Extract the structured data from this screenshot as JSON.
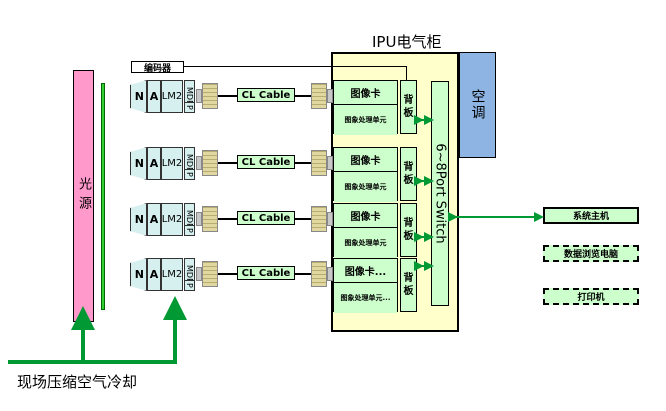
{
  "cabinet": {
    "title": "IPU电气柜"
  },
  "air_conditioner": {
    "label": "空调"
  },
  "switch": {
    "label": "6~8Port Switch"
  },
  "light_source": {
    "label": "光源"
  },
  "encoder": {
    "label": "编码器"
  },
  "cooling": {
    "label": "现场压缩空气冷却"
  },
  "channels": [
    {
      "n": "N",
      "a": "A",
      "lm": "LM2",
      "mdr": "MDR",
      "p": "P",
      "cable": "CL Cable",
      "card_top": "图像卡",
      "card_bottom": "图象处理单元",
      "backplane": "背板"
    },
    {
      "n": "N",
      "a": "A",
      "lm": "LM2",
      "mdr": "MDR",
      "p": "P",
      "cable": "CL Cable",
      "card_top": "图像卡",
      "card_bottom": "图象处理单元",
      "backplane": "背板"
    },
    {
      "n": "N",
      "a": "A",
      "lm": "LM2",
      "mdr": "MDR",
      "p": "P",
      "cable": "CL Cable",
      "card_top": "图像卡",
      "card_bottom": "图象处理单元",
      "backplane": "背板"
    },
    {
      "n": "N",
      "a": "A",
      "lm": "LM2",
      "mdr": "MDR",
      "p": "P",
      "cable": "CL Cable",
      "card_top": "图像卡...",
      "card_bottom": "图象处理单元...",
      "backplane": "背板"
    }
  ],
  "devices": {
    "host": "系统主机",
    "browser": "数据浏览电脑",
    "printer": "打印机"
  }
}
